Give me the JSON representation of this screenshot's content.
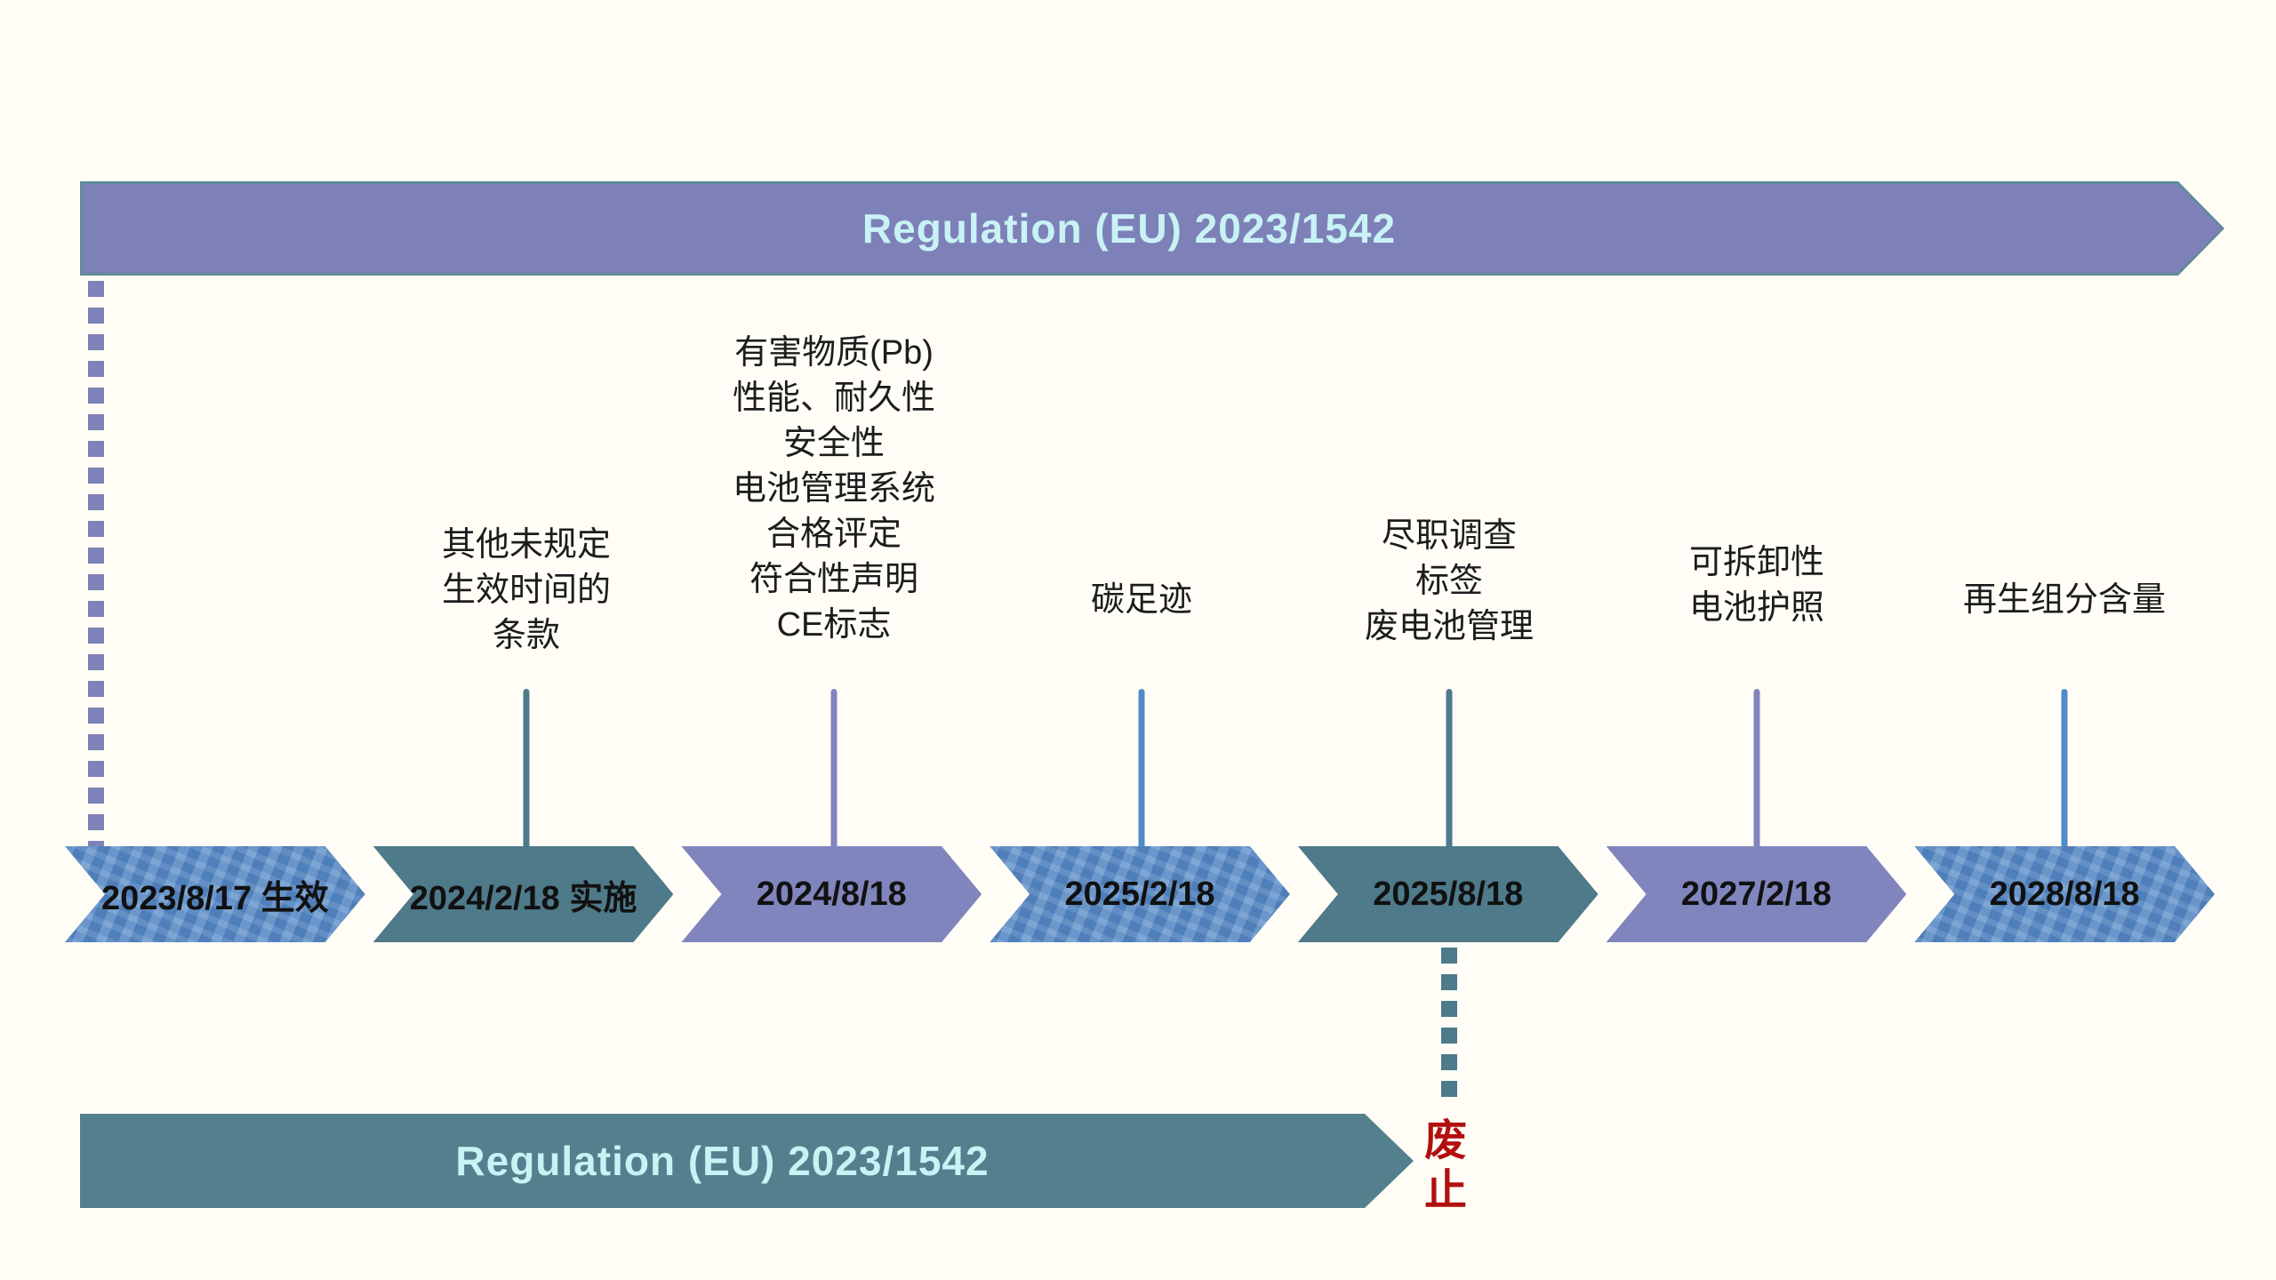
{
  "top_banner": {
    "label": "Regulation (EU) 2023/1542",
    "fill": "#7d81b8",
    "border": "#5e8b97",
    "text_color": "#c9f2f5"
  },
  "bottom_banner": {
    "label": "Regulation (EU) 2023/1542",
    "fill": "#54808e",
    "text_color": "#c9f2f5"
  },
  "repeal": {
    "label": "废止",
    "color": "#b20f0f"
  },
  "colors": {
    "blue": "#5b8ec8",
    "teal": "#4e7a8a",
    "purple": "#8185bd",
    "connector_blue": "#4f8cc9",
    "label_text": "#1c1c1c",
    "date_text": "#111111"
  },
  "timeline": [
    {
      "date": "2023/8/17 生效",
      "color": "blue",
      "label_lines": []
    },
    {
      "date": "2024/2/18 实施",
      "color": "teal",
      "label_lines": [
        "其他未规定",
        "生效时间的",
        "条款"
      ]
    },
    {
      "date": "2024/8/18",
      "color": "purple",
      "label_lines": [
        "有害物质(Pb)",
        "性能、耐久性",
        "安全性",
        "电池管理系统",
        "合格评定",
        "符合性声明",
        "CE标志"
      ]
    },
    {
      "date": "2025/2/18",
      "color": "blue",
      "label_lines": [
        "碳足迹"
      ]
    },
    {
      "date": "2025/8/18",
      "color": "teal",
      "label_lines": [
        "尽职调查",
        "标签",
        "废电池管理"
      ]
    },
    {
      "date": "2027/2/18",
      "color": "purple",
      "label_lines": [
        "可拆卸性",
        "电池护照"
      ]
    },
    {
      "date": "2028/8/18",
      "color": "blue",
      "label_lines": [
        "再生组分含量"
      ]
    }
  ]
}
